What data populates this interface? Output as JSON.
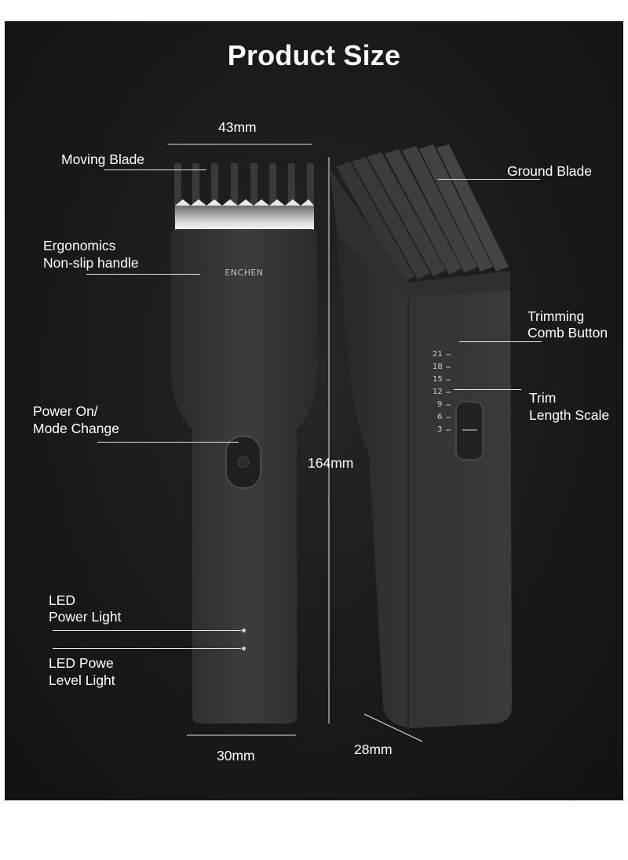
{
  "title": "Product Size",
  "dimensions": {
    "width_top": "43mm",
    "height": "164mm",
    "width_bottom": "30mm",
    "depth": "28mm"
  },
  "labels": {
    "moving_blade": "Moving Blade",
    "ergonomics_line1": "Ergonomics",
    "ergonomics_line2": "Non-slip handle",
    "power_line1": "Power On/",
    "power_line2": "Mode Change",
    "led_power_line1": "LED",
    "led_power_line2": "Power Light",
    "led_level_line1": "LED Powe",
    "led_level_line2": "Level Light",
    "ground_blade": "Ground Blade",
    "trimming_line1": "Trimming",
    "trimming_line2": "Comb Button",
    "trim_line1": "Trim",
    "trim_line2": "Length Scale"
  },
  "brand": "ENCHEN",
  "scale_values": [
    "21",
    "18",
    "15",
    "12",
    "9",
    "6",
    "3"
  ]
}
